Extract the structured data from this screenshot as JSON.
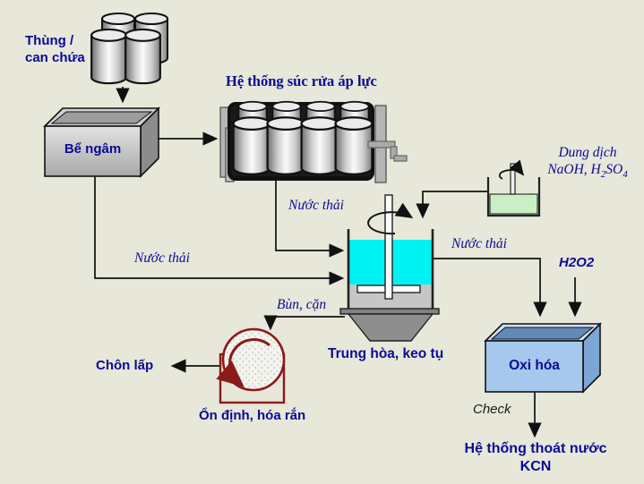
{
  "colors": {
    "background": "#e7e7da",
    "label_navy": "#0a0a96",
    "tank_cyan": "#00f2f2",
    "solution_green": "#c9f0c5",
    "oxidation_blue": "#a5c8ec",
    "stabilizer_maroon": "#8b1a1a"
  },
  "nodes": {
    "drums": {
      "label_line1": "Thùng /",
      "label_line2": "can chứa"
    },
    "soak_tank": {
      "label": "Bể ngâm"
    },
    "washer": {
      "label": "Hệ thống súc rửa áp lực"
    },
    "solution": {
      "line1": "Dung dịch",
      "line2_a": "NaOH, H",
      "line2_sub1": "2",
      "line2_b": "SO",
      "line2_sub2": "4"
    },
    "neutralization": {
      "label": "Trung hòa, keo tụ"
    },
    "oxidation": {
      "label": "Oxi hóa"
    },
    "stabilization": {
      "label": "Ổn định, hóa rắn"
    },
    "landfill": {
      "label": "Chôn lấp"
    },
    "drainage": {
      "line1": "Hệ thống thoát nước",
      "line2": "KCN"
    }
  },
  "streams": {
    "wastewater_washer": "Nước thải",
    "wastewater_soak": "Nước thải",
    "wastewater_out": "Nước thải",
    "sludge": "Bùn, cặn",
    "h2o2": "H2O2",
    "check": "Check"
  }
}
